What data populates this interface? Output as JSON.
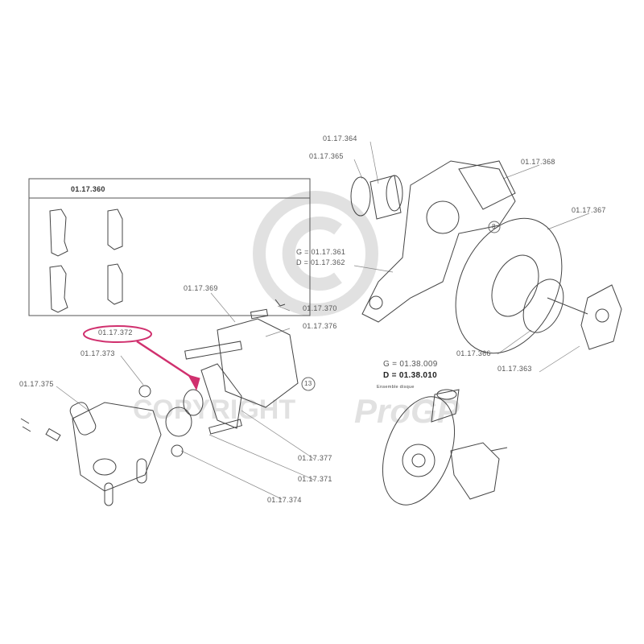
{
  "kit_box": {
    "title": "01.17.360"
  },
  "labels": {
    "p369": "01.17.369",
    "p372": "01.17.372",
    "p373": "01.17.373",
    "p375": "01.17.375",
    "p370": "01.17.370",
    "p376": "01.17.376",
    "p377": "01.17.377",
    "p371": "01.17.371",
    "p374": "01.17.374",
    "p364": "01.17.364",
    "p365": "01.17.365",
    "p368": "01.17.368",
    "p367": "01.17.367",
    "p361": "G = 01.17.361",
    "p362": "D = 01.17.362",
    "p366": "01.17.366",
    "p363": "01.17.363"
  },
  "assembly": {
    "g": "G = 01.38.009",
    "d": "D = 01.38.010",
    "caption": "Ensemble disque"
  },
  "callouts": {
    "c8": "8",
    "c13": "13"
  },
  "watermark": {
    "text": "COPYRIGHT",
    "brand": "ProGP",
    "symbol": "©"
  },
  "highlight_color": "#d0306e"
}
